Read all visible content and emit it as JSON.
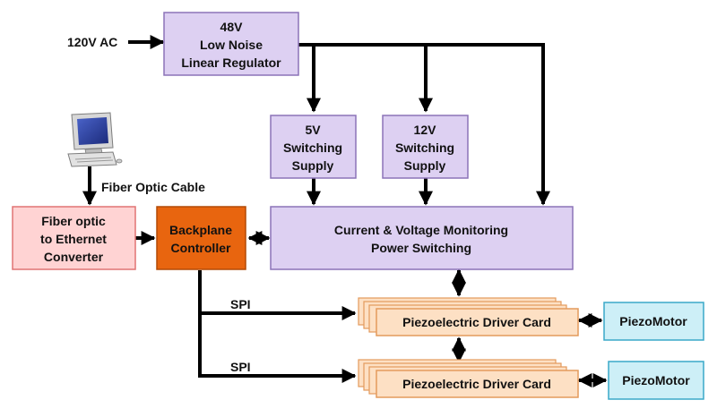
{
  "colors": {
    "purple_fill": "#ddd0f2",
    "purple_stroke": "#8c73b8",
    "red_fill": "#ffd3d3",
    "red_stroke": "#e07474",
    "orange_fill": "#e8650f",
    "orange_stroke": "#b24a06",
    "peach_fill": "#fde0c4",
    "peach_stroke": "#e39a5c",
    "cyan_fill": "#cdeff7",
    "cyan_stroke": "#3aa9c8",
    "line": "#000000"
  },
  "regulator": {
    "lines": [
      "48V",
      "Low Noise",
      "Linear Regulator"
    ]
  },
  "input_label": "120V AC",
  "supply_5v": {
    "lines": [
      "5V",
      "Switching",
      "Supply"
    ]
  },
  "supply_12v": {
    "lines": [
      "12V",
      "Switching",
      "Supply"
    ]
  },
  "fiber_cable_label": "Fiber Optic Cable",
  "converter": {
    "lines": [
      "Fiber optic",
      "to Ethernet",
      "Converter"
    ]
  },
  "backplane": {
    "lines": [
      "Backplane",
      "Controller"
    ]
  },
  "monitor": {
    "lines": [
      "Current & Voltage Monitoring",
      "Power Switching"
    ]
  },
  "driver_card_1": "Piezoelectric Driver Card",
  "driver_card_2": "Piezoelectric Driver Card",
  "motor_1": "PiezoMotor",
  "motor_2": "PiezoMotor",
  "spi_label_1": "SPI",
  "spi_label_2": "SPI",
  "computer_icon": "desktop-computer-icon"
}
